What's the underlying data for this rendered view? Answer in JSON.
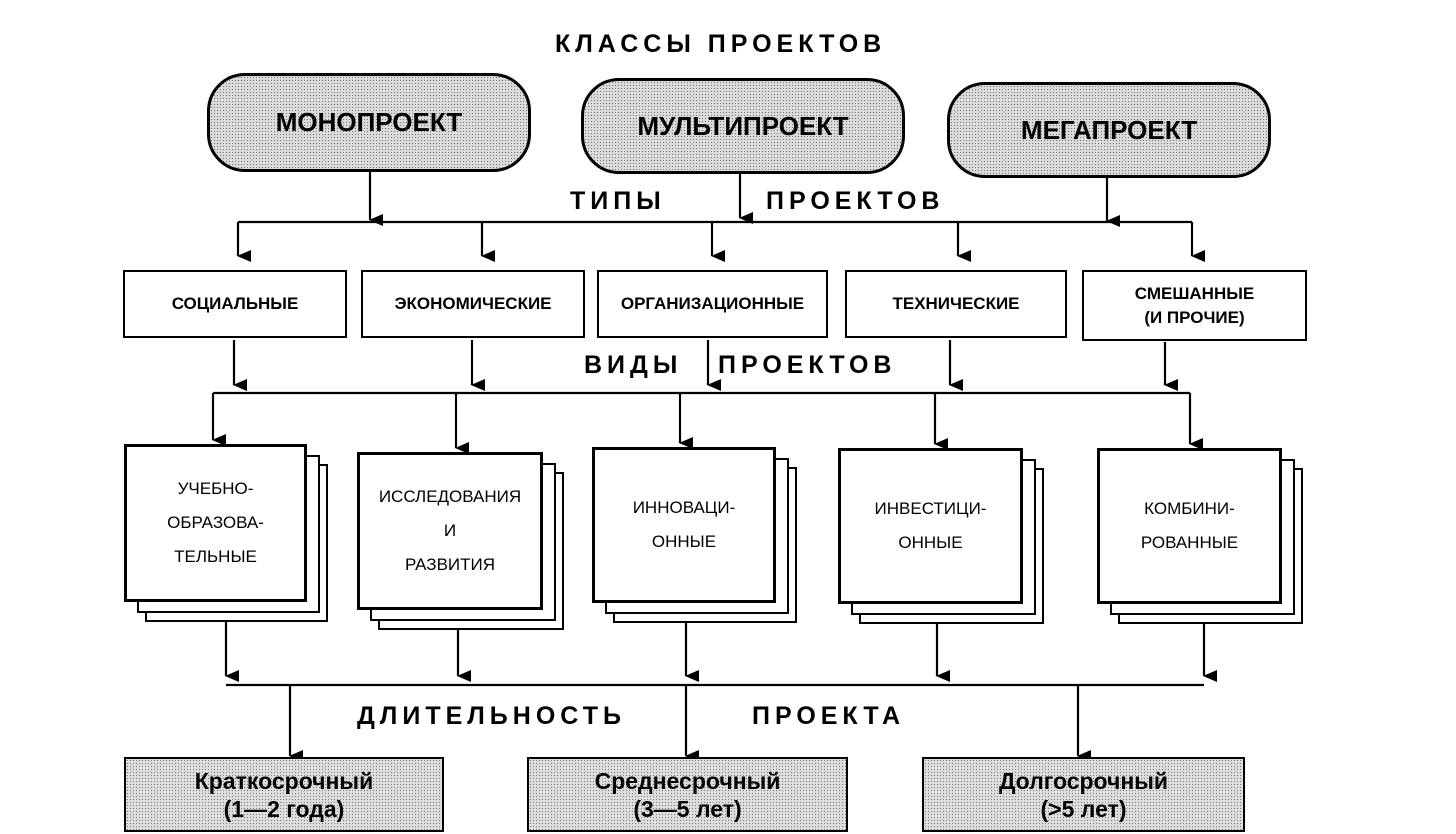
{
  "titles": {
    "classes": "КЛАССЫ ПРОЕКТОВ",
    "types_left": "ТИПЫ",
    "types_right": "ПРОЕКТОВ",
    "kinds_left": "ВИДЫ",
    "kinds_right": "ПРОЕКТОВ",
    "duration_left": "ДЛИТЕЛЬНОСТЬ",
    "duration_right": "ПРОЕКТА"
  },
  "classes": [
    "МОНОПРОЕКТ",
    "МУЛЬТИПРОЕКТ",
    "МЕГАПРОЕКТ"
  ],
  "types": [
    "СОЦИАЛЬНЫЕ",
    "ЭКОНОМИЧЕСКИЕ",
    "ОРГАНИЗАЦИОННЫЕ",
    "ТЕХНИЧЕСКИЕ",
    "СМЕШАННЫЕ\n(И ПРОЧИЕ)"
  ],
  "kinds": [
    "УЧЕБНО-\nОБРАЗОВА-\nТЕЛЬНЫЕ",
    "ИССЛЕДОВАНИЯ\nИ\nРАЗВИТИЯ",
    "ИННОВАЦИ-\nОННЫЕ",
    "ИНВЕСТИЦИ-\nОННЫЕ",
    "КОМБИНИ-\nРОВАННЫЕ"
  ],
  "durations": [
    {
      "name": "Краткосрочный",
      "range": "(1—2 года)"
    },
    {
      "name": "Среднесрочный",
      "range": "(3—5 лет)"
    },
    {
      "name": "Долгосрочный",
      "range": "(>5 лет)"
    }
  ]
}
